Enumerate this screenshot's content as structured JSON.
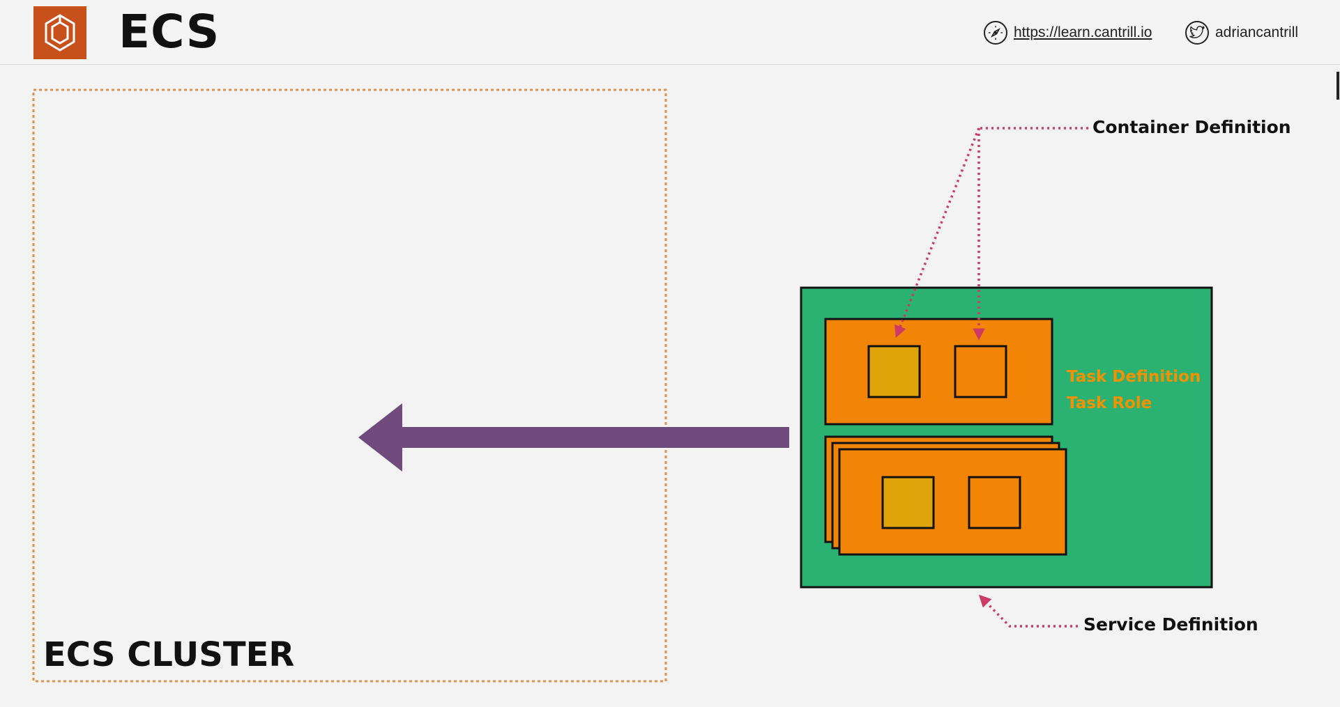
{
  "header": {
    "title": "ECS",
    "logo_icon": "ecs-hexagon-icon",
    "website_icon": "compass-icon",
    "website_text": "https://learn.cantrill.io",
    "twitter_icon": "twitter-bird-icon",
    "twitter_text": "adriancantrill"
  },
  "diagram": {
    "cluster_label": "ECS CLUSTER",
    "container_definition_label": "Container Definition",
    "service_definition_label": "Service Definition",
    "task_definition_label": "Task Definition",
    "task_role_label": "Task Role"
  },
  "colors": {
    "brand_orange": "#c8511b",
    "cluster_border": "#e0914d",
    "service_green": "#2bb172",
    "task_orange": "#f28406",
    "container_gold": "#e0a30a",
    "arrow_purple": "#6e4a7d",
    "callout_pink": "#cc3b65",
    "task_label_orange": "#f39200"
  }
}
